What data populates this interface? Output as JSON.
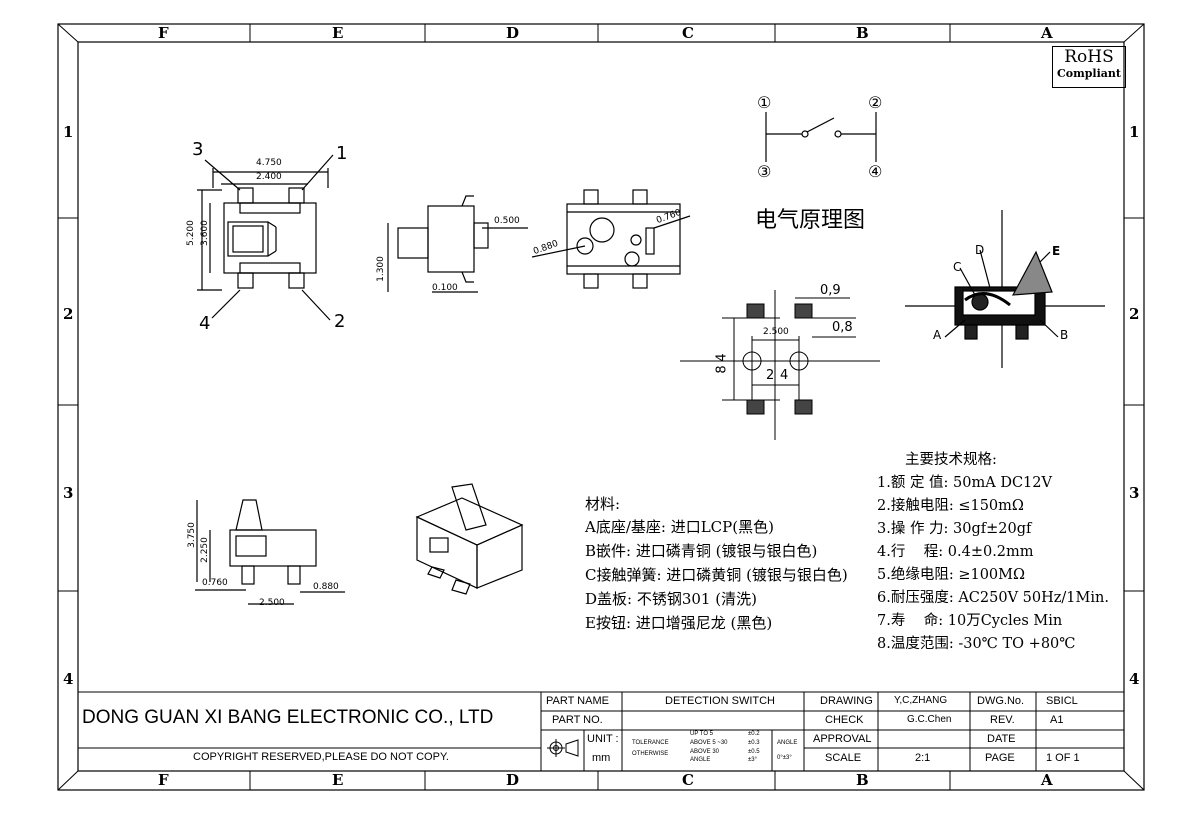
{
  "zones": {
    "columns": [
      "F",
      "E",
      "D",
      "C",
      "B",
      "A"
    ],
    "rows": [
      "1",
      "2",
      "3",
      "4"
    ]
  },
  "rohs": {
    "line1": "RoHS",
    "line2": "Compliant"
  },
  "schematic": {
    "pins": [
      "①",
      "②",
      "③",
      "④"
    ],
    "title": "电气原理图"
  },
  "dims": {
    "top_view": {
      "d1": "4.750",
      "d2": "2.400",
      "d3": "5.200",
      "d4": "3.600",
      "pin1": "1",
      "pin2": "2",
      "pin3": "3",
      "pin4": "4"
    },
    "side_view": {
      "d1": "0.500",
      "d2": "1.300",
      "d3": "0.100"
    },
    "bottom_view": {
      "d1": "0.760",
      "d2": "0.880"
    },
    "pcb": {
      "d1": "0,9",
      "d2": "0,8",
      "d3": "2.500",
      "d4": "4",
      "d5": "8",
      "d6": "2",
      "d7": "4"
    },
    "front_view": {
      "d1": "3.750",
      "d2": "2.250",
      "d3": "0.760",
      "d4": "0.880",
      "d5": "2.500"
    },
    "section_labels": {
      "a": "A",
      "b": "B",
      "c": "C",
      "d": "D",
      "e": "E"
    }
  },
  "materials": {
    "heading": "材料:",
    "items": [
      "A底座/基座: 进口LCP(黑色)",
      "B嵌件: 进口磷青铜 (镀银与银白色)",
      "C接触弹簧: 进口磷黄铜 (镀银与银白色)",
      "D盖板: 不锈钢301 (清洗)",
      "E按钮: 进口增强尼龙 (黑色)"
    ]
  },
  "specs": {
    "heading": "主要技术规格:",
    "items": [
      "1.额 定 值: 50mA DC12V",
      "2.接触电阻: ≤150mΩ",
      "3.操 作 力: 30gf±20gf",
      "4.行    程: 0.4±0.2mm",
      "5.绝缘电阻: ≥100MΩ",
      "6.耐压强度: AC250V 50Hz/1Min.",
      "7.寿    命: 10万Cycles Min",
      "8.温度范围: -30℃ TO +80℃"
    ]
  },
  "title_block": {
    "company": "DONG GUAN XI BANG ELECTRONIC CO., LTD",
    "copyright": "COPYRIGHT RESERVED,PLEASE DO NOT COPY.",
    "part_name_label": "PART NAME",
    "part_name": "DETECTION SWITCH",
    "part_no_label": "PART NO.",
    "unit_label": "UNIT :",
    "unit": "mm",
    "tolerance_label": "TOLERANCE",
    "otherwise_label": "OTHERWISE",
    "tol_ranges": [
      "UP TO 5",
      "ABOVE 5 ~30",
      "ABOVE 30"
    ],
    "angle_small": "ANGLE",
    "tol_values": [
      "±0.2",
      "±0.3",
      "±0.5",
      "±3°"
    ],
    "angle_label": "ANGLE",
    "angle_value": "0°±3°",
    "drawing_label": "DRAWING",
    "drawing": "Y,C,ZHANG",
    "check_label": "CHECK",
    "check": "G.C.Chen",
    "approval_label": "APPROVAL",
    "scale_label": "SCALE",
    "scale": "2:1",
    "dwg_no_label": "DWG.No.",
    "dwg_no": "SBICL",
    "rev_label": "REV.",
    "rev": "A1",
    "date_label": "DATE",
    "page_label": "PAGE",
    "page": "1 OF 1"
  }
}
